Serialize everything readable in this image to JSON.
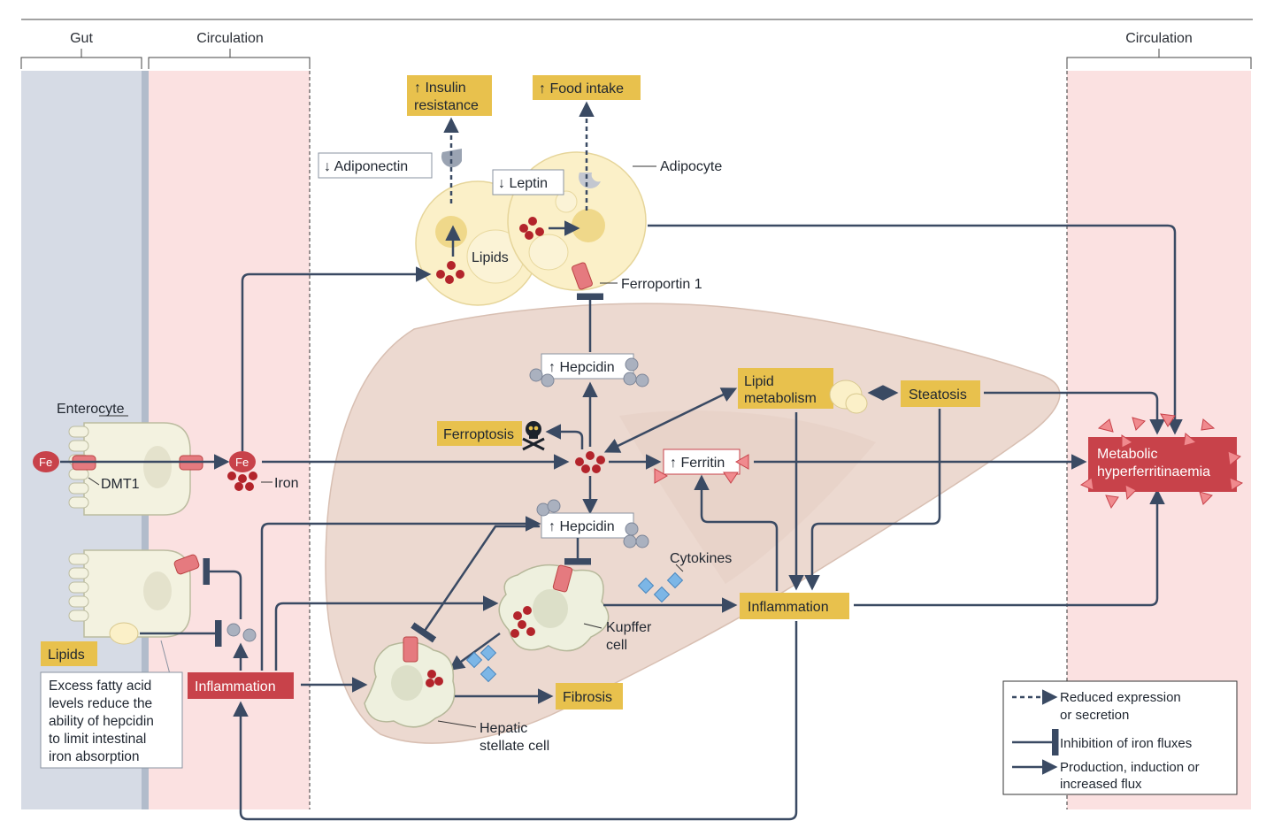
{
  "sections": {
    "gut": "Gut",
    "circulation_left": "Circulation",
    "circulation_right": "Circulation"
  },
  "cells": {
    "enterocyte": "Enterocyte",
    "dmt1": "DMT1",
    "fe": "Fe",
    "iron": "Iron",
    "adipocyte": "Adipocyte",
    "lipids_in_adipocyte": "Lipids",
    "ferroportin": "Ferroportin 1",
    "kupffer_line1": "Kupffer",
    "kupffer_line2": "cell",
    "stellate_line1": "Hepatic",
    "stellate_line2": "stellate cell",
    "cytokines": "Cytokines"
  },
  "boxes": {
    "insulin_resistance_line1": "↑ Insulin",
    "insulin_resistance_line2": "resistance",
    "food_intake": "↑ Food intake",
    "adiponectin": "↓ Adiponectin",
    "leptin": "↓ Leptin",
    "hepcidin_top": "↑ Hepcidin",
    "hepcidin_bottom": "↑ Hepcidin",
    "ferroptosis": "Ferroptosis",
    "ferritin": "↑ Ferritin",
    "lipid_metabolism_line1": "Lipid",
    "lipid_metabolism_line2": "metabolism",
    "steatosis": "Steatosis",
    "inflammation_liver": "Inflammation",
    "inflammation_circ": "Inflammation",
    "fibrosis": "Fibrosis",
    "lipids_gut": "Lipids",
    "hyperferritinaemia_line1": "Metabolic",
    "hyperferritinaemia_line2": "hyperferritinaemia"
  },
  "note": {
    "line1": "Excess fatty acid",
    "line2": "levels reduce the",
    "line3": "ability of hepcidin",
    "line4": "to limit intestinal",
    "line5": "iron absorption"
  },
  "legend": {
    "dashed_line1": "Reduced expression",
    "dashed_line2": "or secretion",
    "inhibition": "Inhibition of iron fluxes",
    "production_line1": "Production, induction or",
    "production_line2": "increased flux"
  },
  "colors": {
    "gut_band": "#d6dbe5",
    "circulation_band": "#fbe1e1",
    "liver": "#ecd9d0",
    "yellow_box": "#e8c14d",
    "red_box": "#c8424a",
    "arrow": "#3a4a63",
    "iron_dot": "#b3242b",
    "hepcidin_ball": "#aab1bf",
    "cytokine": "#7cb6e6",
    "adipocyte": "#fbf0c8"
  }
}
